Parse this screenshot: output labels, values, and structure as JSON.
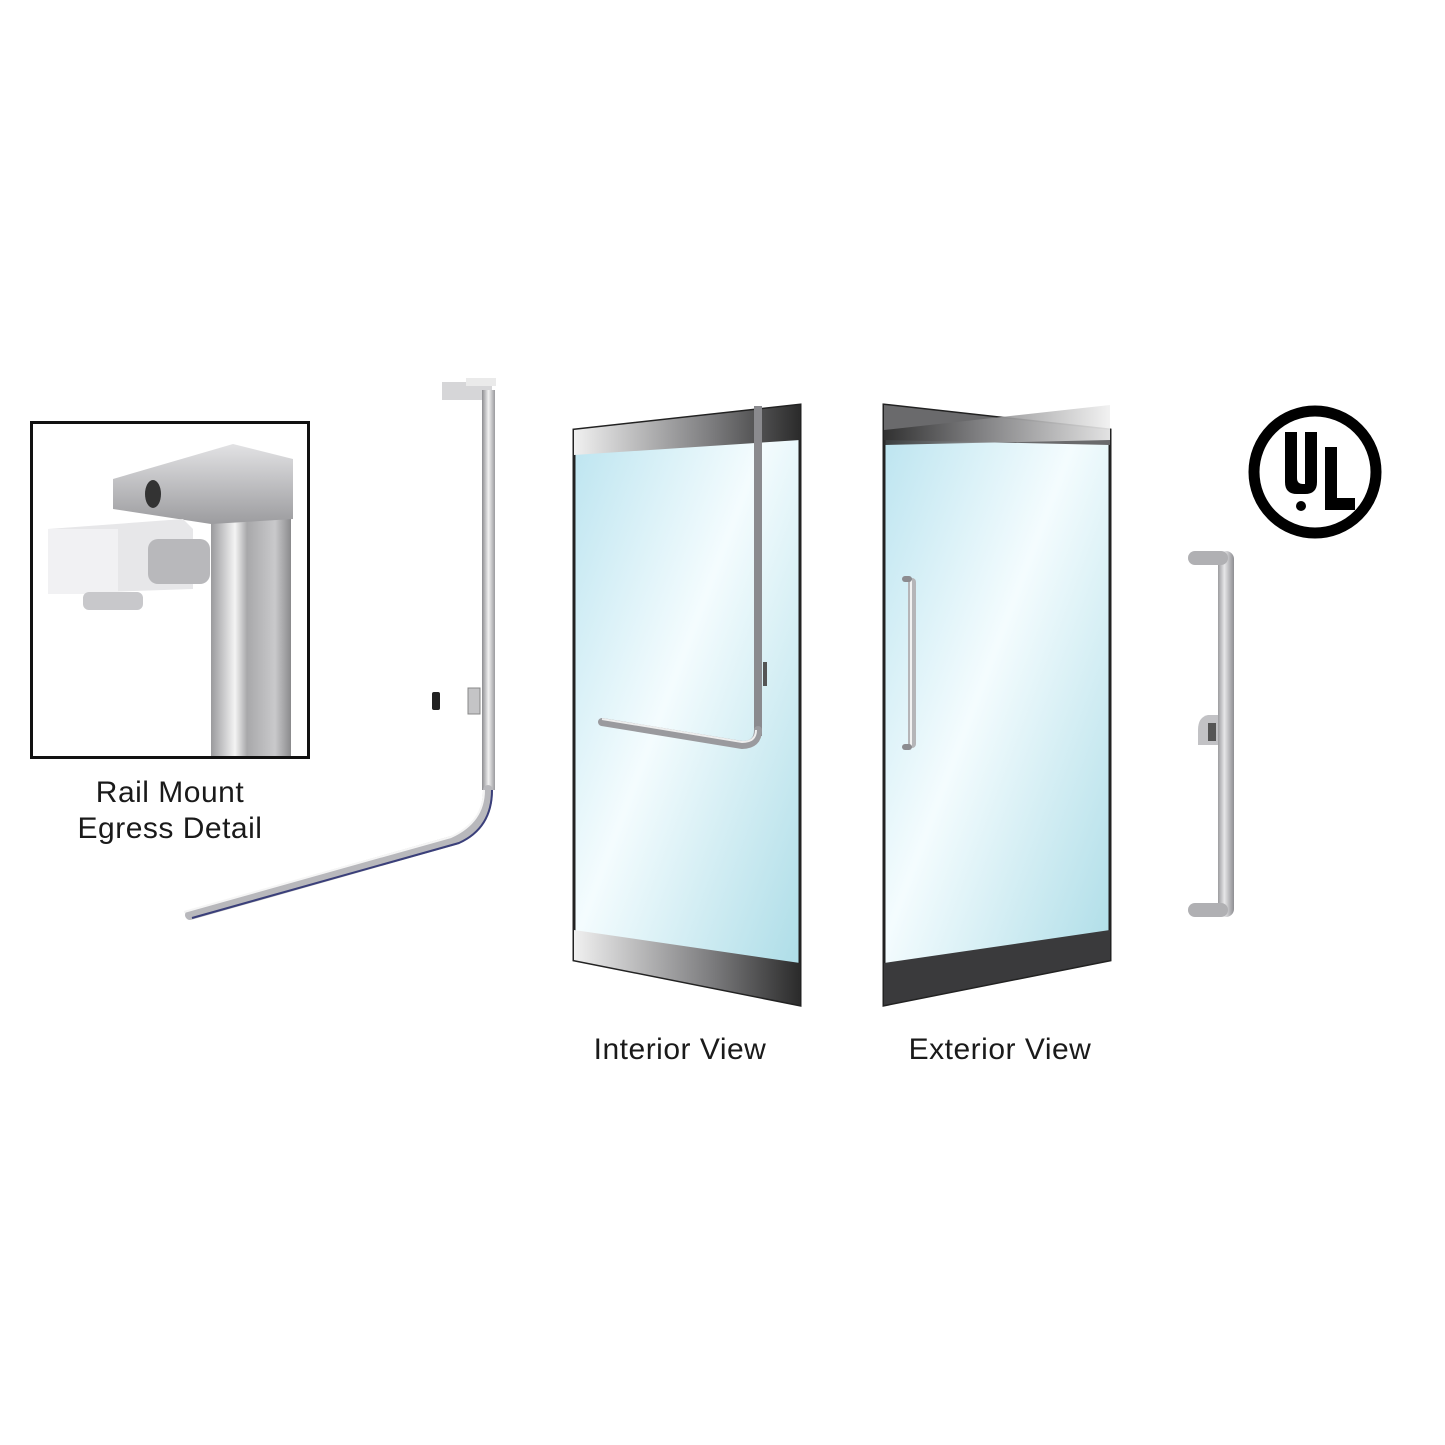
{
  "image": {
    "description": "Product illustration of glass door egress hardware with L-shaped rail mount panic bar, interior/exterior views, and pull handle",
    "background": "#ffffff"
  },
  "detail_inset": {
    "caption_line1": "Rail Mount",
    "caption_line2": "Egress Detail"
  },
  "doors": {
    "interior": {
      "caption": "Interior View"
    },
    "exterior": {
      "caption": "Exterior View"
    }
  },
  "certification": {
    "logo_text": "UL",
    "logo_color": "#000000"
  },
  "colors": {
    "glass_light": "#e8f7fb",
    "glass_mid": "#b9e3ef",
    "glass_edge": "#a8dbe6",
    "rail_dark": "#2b2b2b",
    "rail_light": "#d8d8d8",
    "steel": "#b5b5b8"
  }
}
